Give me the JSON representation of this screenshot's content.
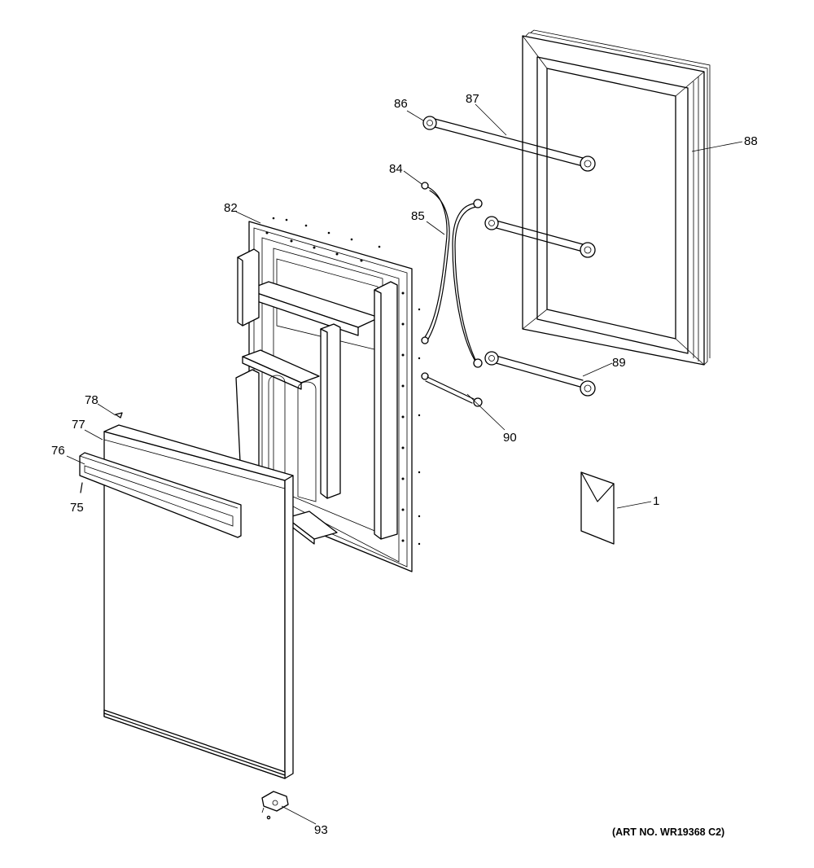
{
  "callouts": {
    "c1": "1",
    "c75": "75",
    "c76": "76",
    "c77": "77",
    "c78": "78",
    "c82": "82",
    "c84": "84",
    "c85": "85",
    "c86": "86",
    "c87": "87",
    "c88": "88",
    "c89": "89",
    "c90": "90",
    "c93": "93"
  },
  "art_number": "(ART NO. WR19368 C2)"
}
